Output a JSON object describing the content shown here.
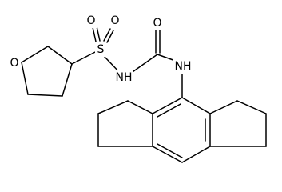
{
  "structure": {
    "atom_labels": {
      "ring_oxygen": "O",
      "sulfur": "S",
      "sulfonyl_oxygen_1": "O",
      "sulfonyl_oxygen_2": "O",
      "sulfonyl_nh": "NH",
      "carbonyl_oxygen": "O",
      "aryl_nh": "NH"
    }
  }
}
